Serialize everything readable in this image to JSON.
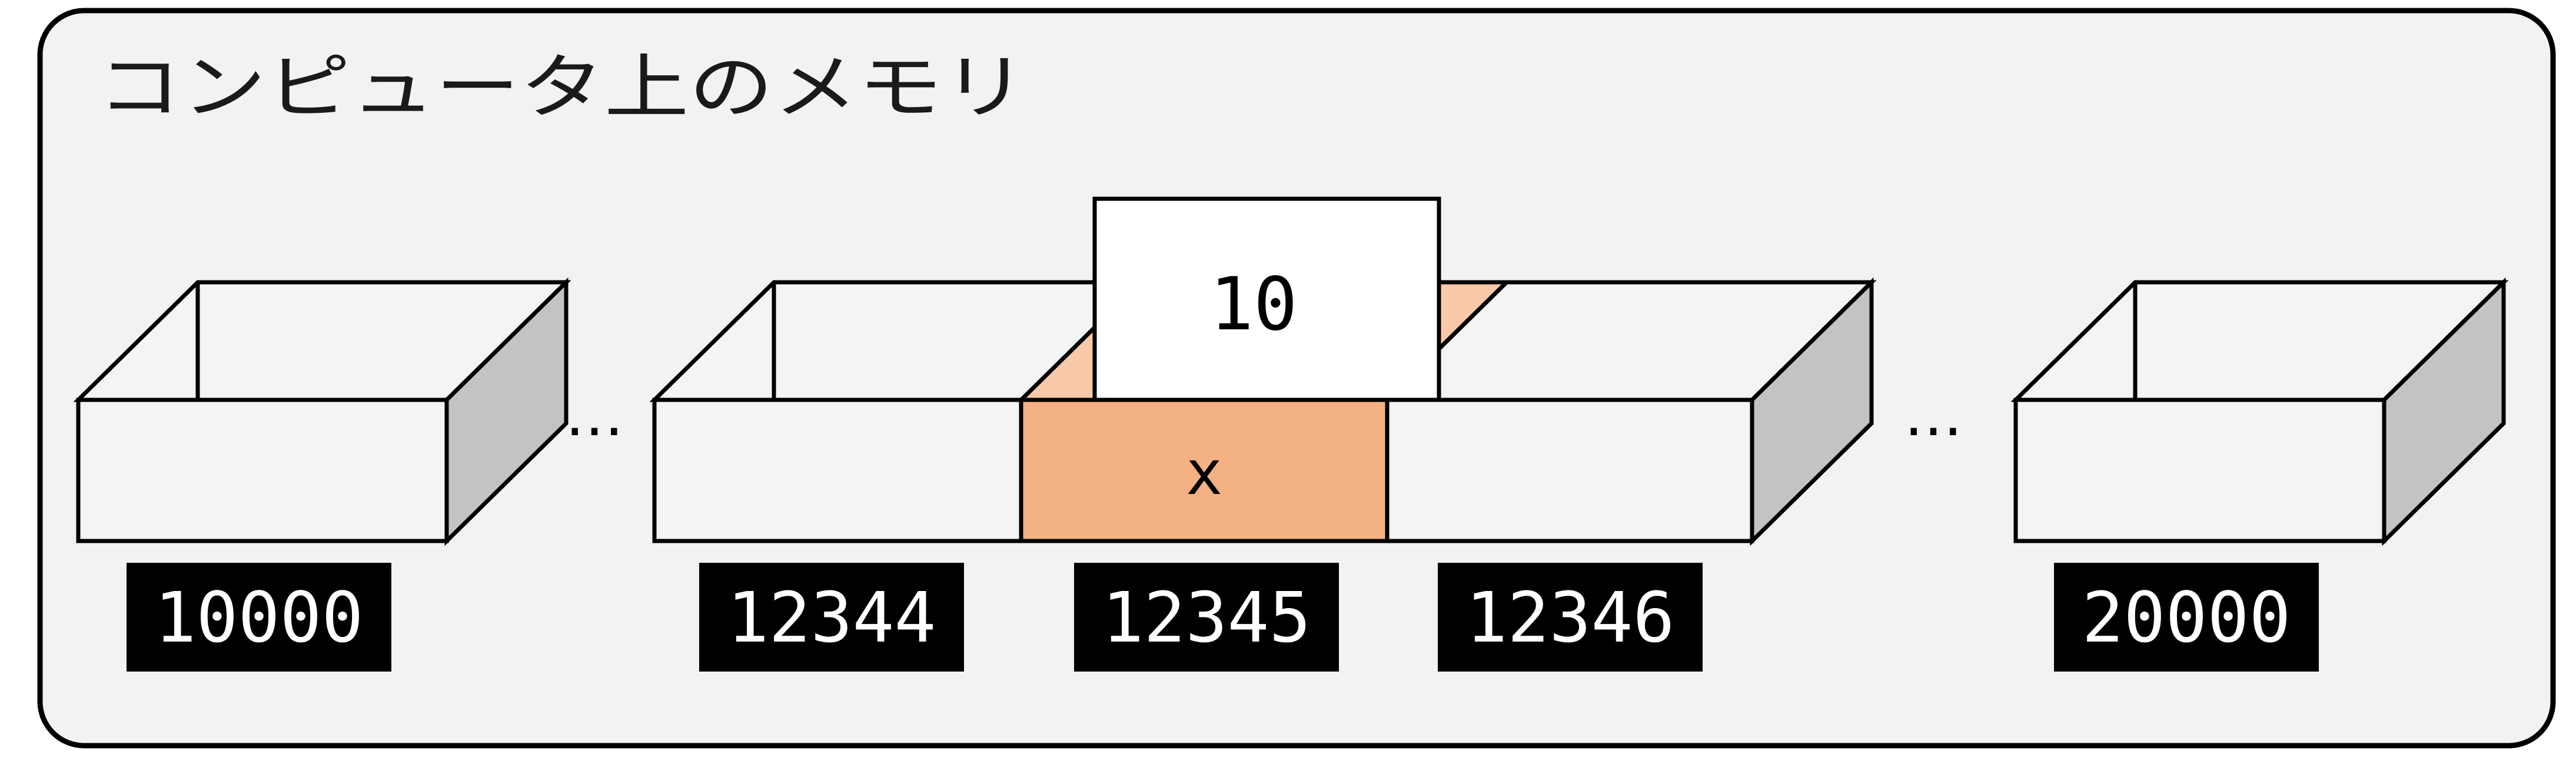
{
  "title": "コンピュータ上のメモリ",
  "ellipsis": "…",
  "cells": [
    {
      "address": "10000",
      "label": "",
      "highlighted": false
    },
    {
      "address": "12344",
      "label": "",
      "highlighted": false
    },
    {
      "address": "12345",
      "label": "x",
      "highlighted": true
    },
    {
      "address": "12346",
      "label": "",
      "highlighted": false
    },
    {
      "address": "20000",
      "label": "",
      "highlighted": false
    }
  ],
  "stored_value": "10",
  "colors": {
    "panel": "#f2f2f2",
    "box_front": "#f4f4f4",
    "box_side": "#c3c3c3",
    "highlight": "#f4b183",
    "highlight_inner": "#f8c9a8",
    "address_bg": "#000000",
    "address_text": "#ffffff"
  }
}
